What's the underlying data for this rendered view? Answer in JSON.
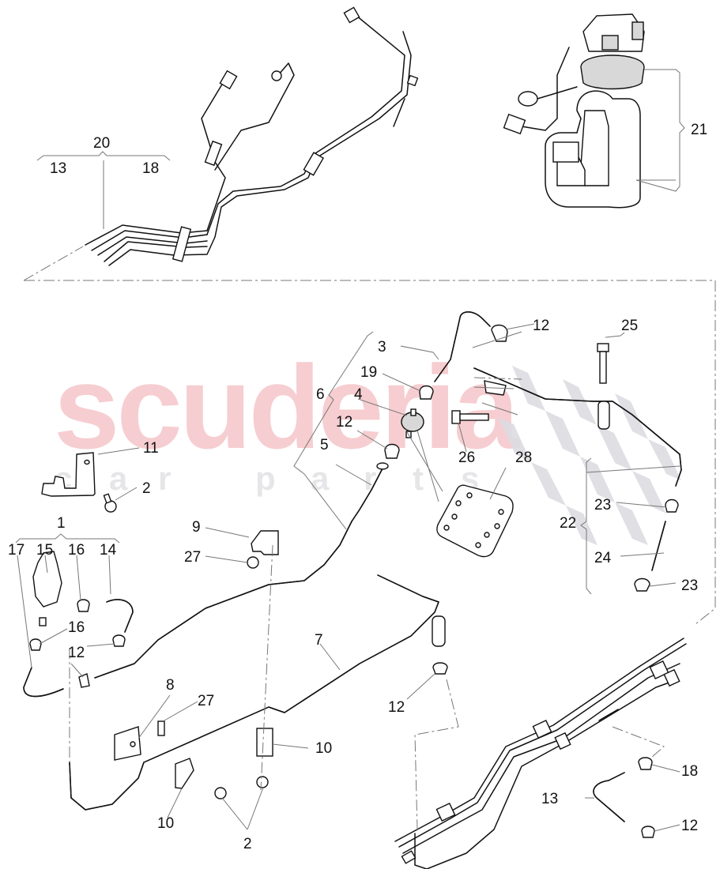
{
  "watermark": {
    "main_text": "scuderia",
    "sub_letters": [
      "c",
      "a",
      "r",
      "p",
      "a",
      "r",
      "t",
      "s"
    ],
    "main_color": "#f6cdd0",
    "sub_color": "#e6e6e9",
    "flag_color": "#dcdce2"
  },
  "groups": {
    "top_left": {
      "label": "20",
      "children": [
        "13",
        "18"
      ]
    },
    "top_right": {
      "label": "21"
    },
    "middle_left": {
      "label": "1",
      "children": [
        "17",
        "15",
        "16",
        "14"
      ]
    },
    "right_bracket": {
      "label": "22"
    },
    "center_bracket": {
      "label": "6"
    }
  },
  "callouts": [
    {
      "id": "c20",
      "text": "20"
    },
    {
      "id": "c13a",
      "text": "13"
    },
    {
      "id": "c18a",
      "text": "18"
    },
    {
      "id": "c21",
      "text": "21"
    },
    {
      "id": "c3",
      "text": "3"
    },
    {
      "id": "c12a",
      "text": "12"
    },
    {
      "id": "c25",
      "text": "25"
    },
    {
      "id": "c19",
      "text": "19"
    },
    {
      "id": "c6",
      "text": "6"
    },
    {
      "id": "c4",
      "text": "4"
    },
    {
      "id": "c12b",
      "text": "12"
    },
    {
      "id": "c26",
      "text": "26"
    },
    {
      "id": "c5",
      "text": "5"
    },
    {
      "id": "c28",
      "text": "28"
    },
    {
      "id": "c11",
      "text": "11"
    },
    {
      "id": "c2a",
      "text": "2"
    },
    {
      "id": "c22",
      "text": "22"
    },
    {
      "id": "c23a",
      "text": "23"
    },
    {
      "id": "c1",
      "text": "1"
    },
    {
      "id": "c9",
      "text": "9"
    },
    {
      "id": "c17",
      "text": "17"
    },
    {
      "id": "c15",
      "text": "15"
    },
    {
      "id": "c16a",
      "text": "16"
    },
    {
      "id": "c14",
      "text": "14"
    },
    {
      "id": "c27a",
      "text": "27"
    },
    {
      "id": "c24",
      "text": "24"
    },
    {
      "id": "c23b",
      "text": "23"
    },
    {
      "id": "c16b",
      "text": "16"
    },
    {
      "id": "c12c",
      "text": "12"
    },
    {
      "id": "c7",
      "text": "7"
    },
    {
      "id": "c8",
      "text": "8"
    },
    {
      "id": "c27b",
      "text": "27"
    },
    {
      "id": "c12d",
      "text": "12"
    },
    {
      "id": "c10a",
      "text": "10"
    },
    {
      "id": "c10b",
      "text": "10"
    },
    {
      "id": "c2b",
      "text": "2"
    },
    {
      "id": "c18b",
      "text": "18"
    },
    {
      "id": "c13b",
      "text": "13"
    },
    {
      "id": "c12e",
      "text": "12"
    }
  ]
}
